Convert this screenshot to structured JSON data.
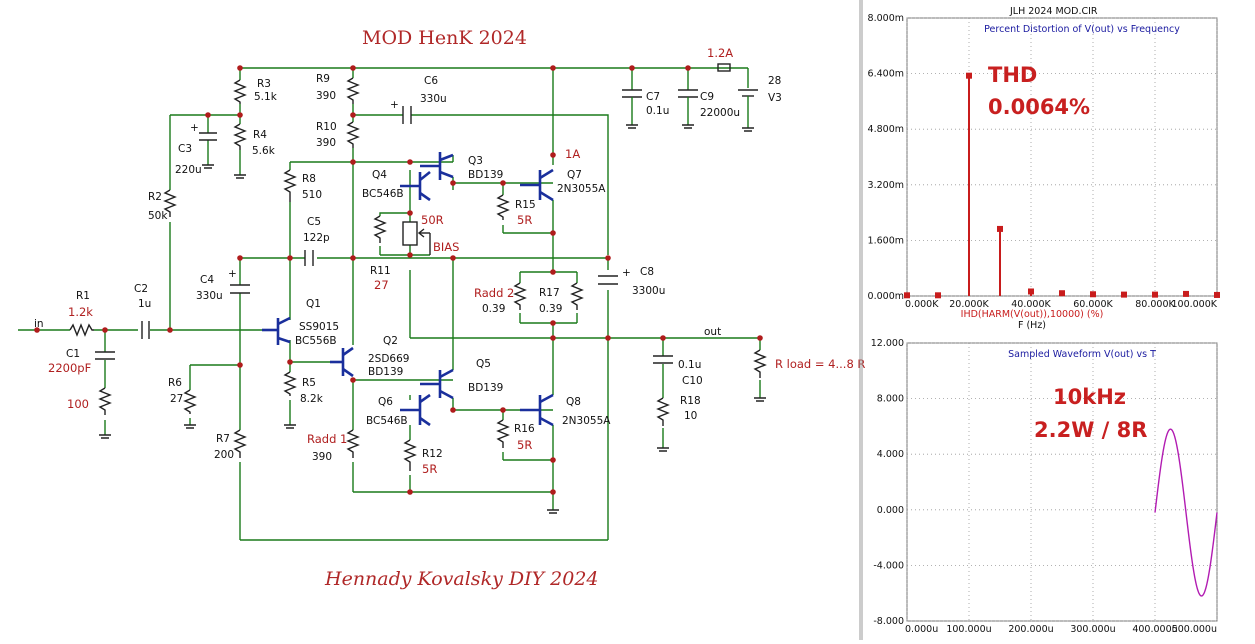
{
  "schematic": {
    "title": "MOD HenK 2024",
    "author": "Hennady Kovalsky DIY 2024",
    "labels": {
      "in": "in",
      "out": "out",
      "r1": "R1",
      "r1v": "1.2k",
      "c1": "C1",
      "c1v": "2200pF",
      "c1r": "100",
      "c2": "C2",
      "c2v": "1u",
      "r2": "R2",
      "r2v": "50k",
      "c3": "C3",
      "c3v": "220u",
      "r3": "R3",
      "r3v": "5.1k",
      "r4": "R4",
      "r4v": "5.6k",
      "r9": "R9",
      "r9v": "390",
      "r10": "R10",
      "r10v": "390",
      "c6": "C6",
      "c6v": "330u",
      "c7": "C7",
      "c7v": "0.1u",
      "c9": "C9",
      "c9v": "22000u",
      "fuse": "1.2A",
      "v3a": "28",
      "v3b": "V3",
      "r8": "R8",
      "r8v": "510",
      "c5": "C5",
      "c5v": "122p",
      "q4": "Q4",
      "q4v": "BC546B",
      "q3": "Q3",
      "q3v": "BD139",
      "q7": "Q7",
      "q7v": "2N3055A",
      "ia": "1A",
      "r15": "R15",
      "r15v": "5R",
      "pot": "50R",
      "bias": "BIAS",
      "r11": "R11",
      "r11v": "27",
      "c4": "C4",
      "c4v": "330u",
      "c8": "C8",
      "c8v": "3300u",
      "radd2": "Radd 2",
      "radd2v": "0.39",
      "r17": "R17",
      "r17v": "0.39",
      "q1": "Q1",
      "q1a": "SS9015",
      "q1b": "BC556B",
      "q2": "Q2",
      "q2a": "2SD669",
      "q2b": "BD139",
      "r6": "R6",
      "r6v": "27",
      "r5": "R5",
      "r5v": "8.2k",
      "q5": "Q5",
      "q5v": "BD139",
      "q6": "Q6",
      "q6v": "BC546B",
      "q8": "Q8",
      "q8v": "2N3055A",
      "r16": "R16",
      "r16v": "5R",
      "r7": "R7",
      "r7v": "200",
      "radd1": "Radd 1",
      "radd1v": "390",
      "r12": "R12",
      "r12v": "5R",
      "c10": "C10",
      "c10v": "0.1u",
      "r18": "R18",
      "r18v": "10",
      "rload": "R load = 4...8 R"
    }
  },
  "sim": {
    "window_title": "JLH 2024 MOD.CIR",
    "note_thd_label": "THD",
    "note_thd_value": "0.0064%",
    "note_freq": "10kHz",
    "note_power": "2.2W / 8R"
  },
  "chart_data": [
    {
      "type": "bar",
      "title": "Percent Distortion of V(out) vs Frequency",
      "xlabel_expr": "IHD(HARM(V(out)),10000) (%)",
      "xlabel_unit": "F (Hz)",
      "x_ticks": [
        "0.000K",
        "20.000K",
        "40.000K",
        "60.000K",
        "80.000K",
        "100.000K"
      ],
      "y_ticks": [
        "0.000m",
        "1.600m",
        "3.200m",
        "4.800m",
        "6.400m",
        "8.000m"
      ],
      "xlim": [
        0,
        100000
      ],
      "ylim": [
        0,
        0.008
      ],
      "x": [
        0,
        10000,
        20000,
        30000,
        40000,
        50000,
        60000,
        70000,
        80000,
        90000,
        100000
      ],
      "values": [
        2e-05,
        2e-05,
        0.00634,
        0.00193,
        0.00013,
        8e-05,
        5e-05,
        4e-05,
        4e-05,
        6e-05,
        3e-05
      ],
      "color": "#c81c1c"
    },
    {
      "type": "line",
      "title": "Sampled Waveform  V(out) vs T",
      "x_ticks": [
        "0.000u",
        "100.000u",
        "200.000u",
        "300.000u",
        "400.000u",
        "500.000u"
      ],
      "y_ticks": [
        "-8.000",
        "-4.000",
        "0.000",
        "4.000",
        "8.000",
        "12.000"
      ],
      "xlim": [
        0,
        500
      ],
      "ylim": [
        -8,
        12
      ],
      "x_units": "us",
      "signal": {
        "start": 400,
        "end": 500,
        "amplitude": 6,
        "frequency_khz": 10,
        "offset": -0.2
      },
      "color": "#b21cb2"
    }
  ]
}
